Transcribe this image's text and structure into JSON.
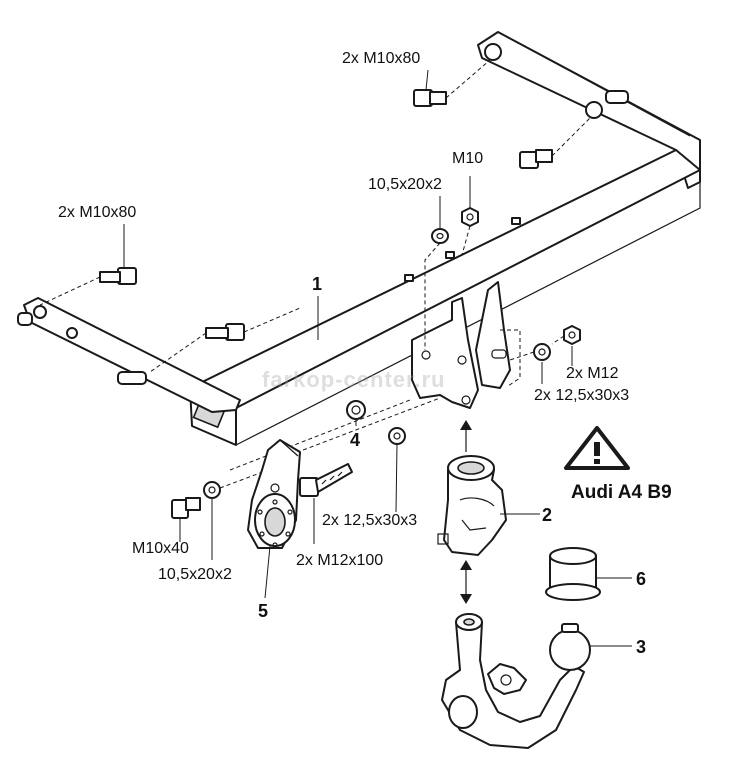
{
  "diagram": {
    "product_label": "Audi A4 B9",
    "watermark": "farkop-center.ru",
    "colors": {
      "line": "#1a1a1a",
      "background": "#ffffff",
      "shade": "#d8d8d8"
    },
    "warning_icon": "warning-triangle-icon",
    "part_numbers": [
      "1",
      "2",
      "3",
      "4",
      "5",
      "6"
    ],
    "hardware_labels": {
      "bolt_top_right": "2x M10x80",
      "nut_m10": "M10",
      "washer_top": "10,5x20x2",
      "bolt_left": "2x M10x80",
      "nut_m12": "2x M12",
      "washer_right": "2x 12,5x30x3",
      "washer_center": "2x 12,5x30x3",
      "bolt_m10x40": "M10x40",
      "washer_bottom_left": "10,5x20x2",
      "bolt_m12x100": "2x M12x100"
    }
  }
}
